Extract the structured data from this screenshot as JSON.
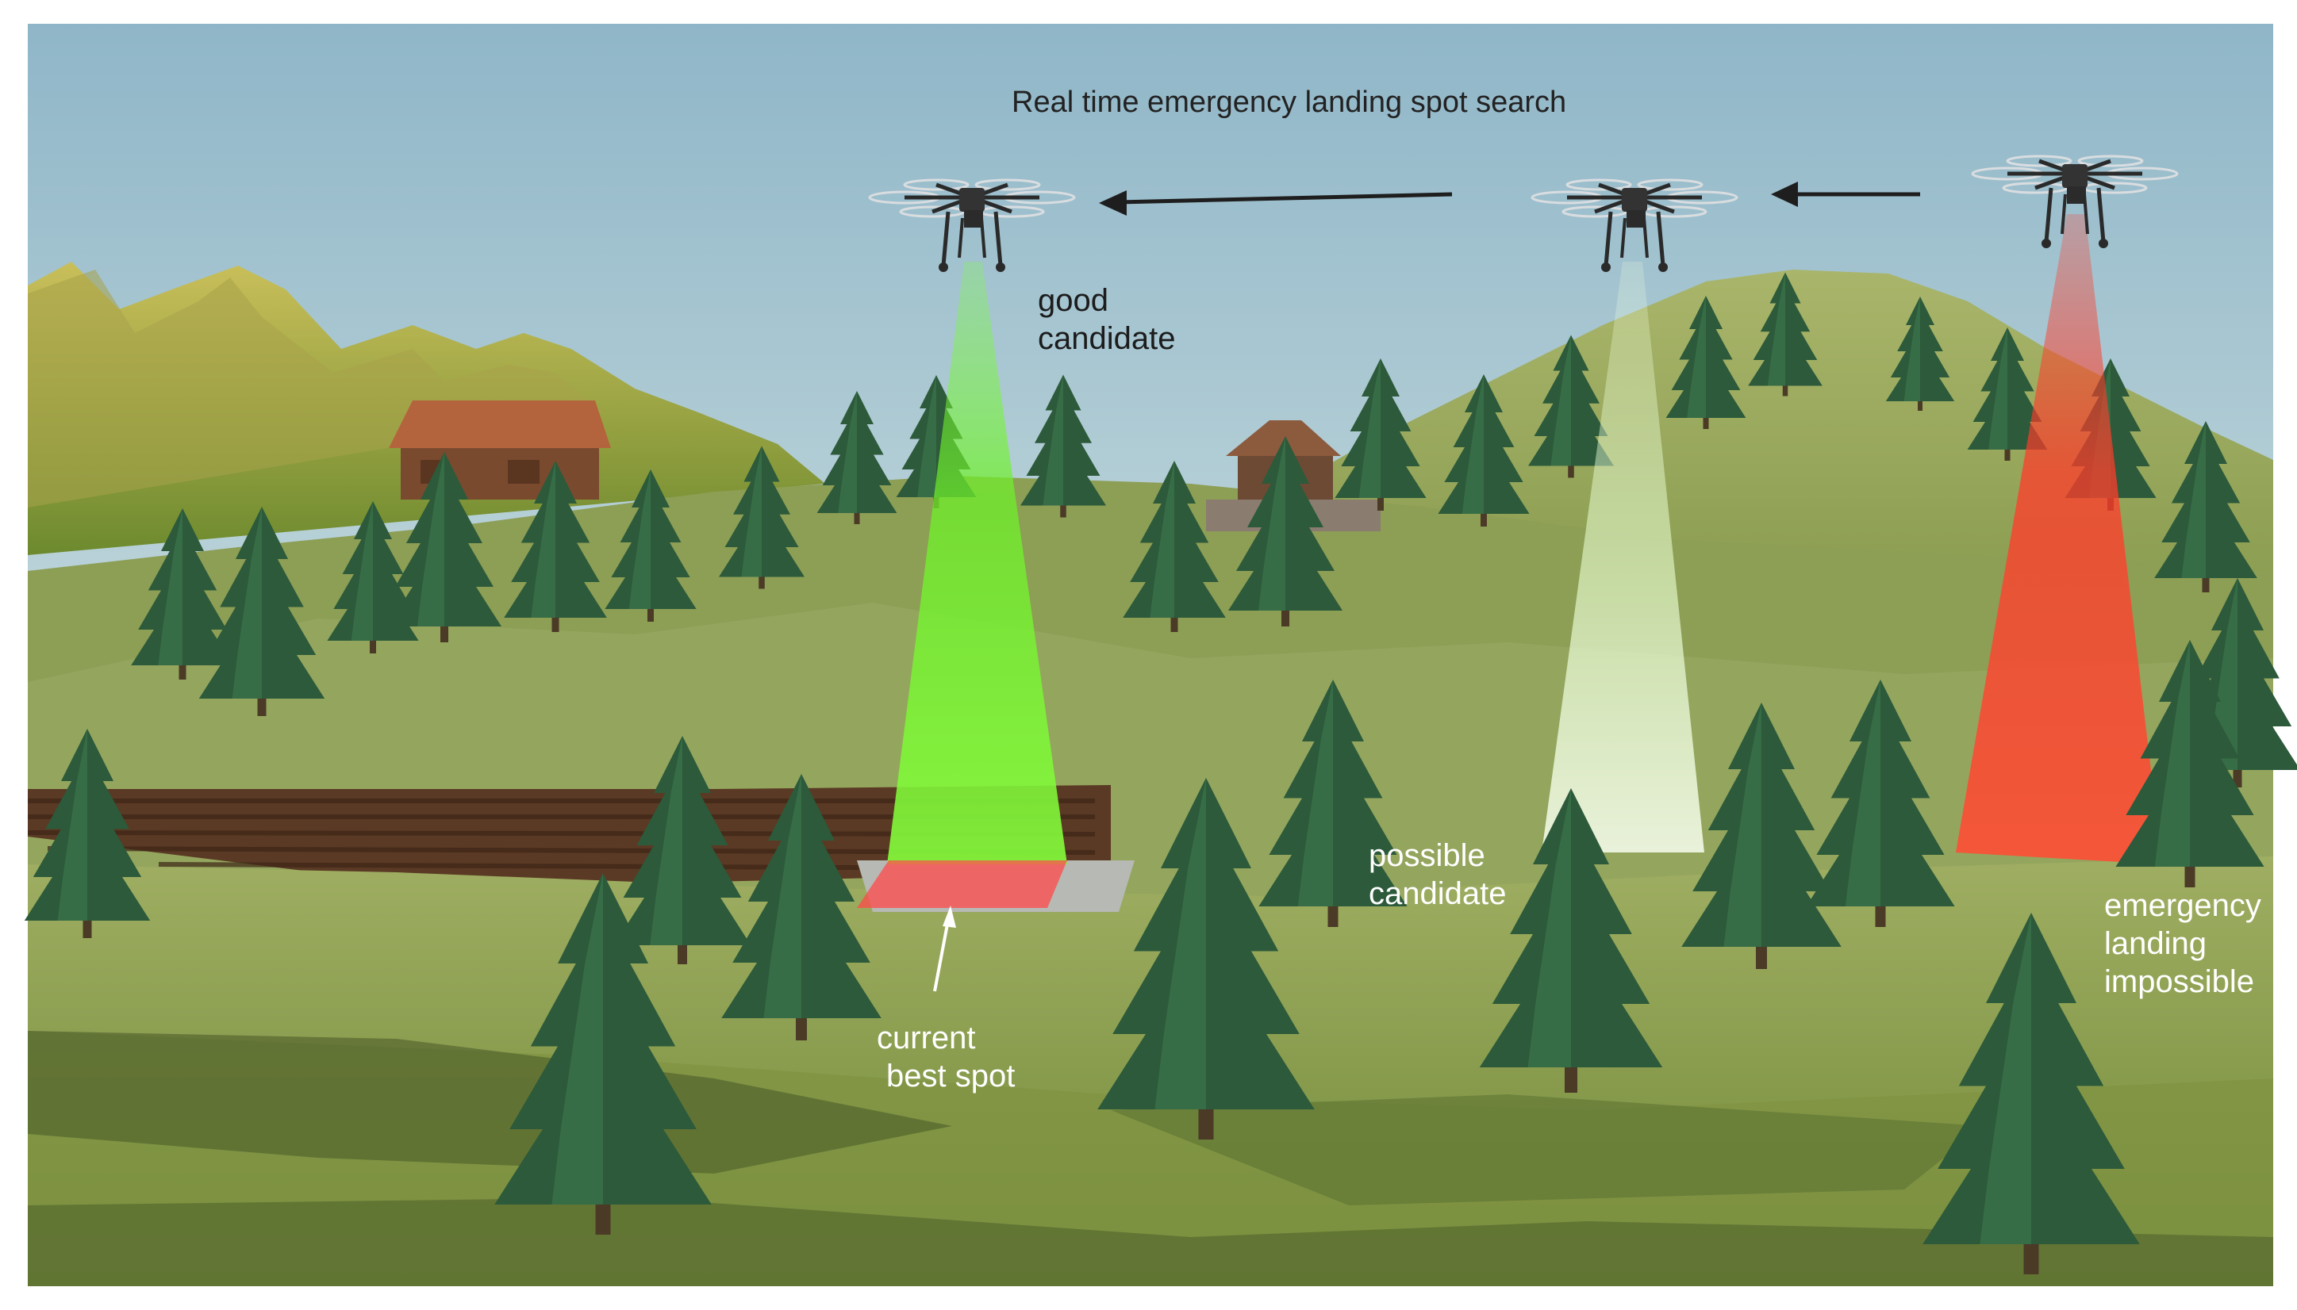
{
  "title": "Real time emergency landing spot search",
  "labels": {
    "good": [
      "good",
      "candidate"
    ],
    "possible": [
      "possible",
      "candidate"
    ],
    "impossible": [
      "emergency",
      "landing",
      "impossible"
    ],
    "current": [
      "current",
      "best spot"
    ]
  },
  "colors": {
    "good_beam": "#7cff3a",
    "possible_beam": "#e8ffd0",
    "impossible_beam": "#ff3b2a",
    "landing_spot": "#ff4a4a"
  },
  "icons": [
    "drone-icon",
    "arrow-left-icon",
    "tree-icon",
    "house-icon",
    "mountain-icon"
  ]
}
